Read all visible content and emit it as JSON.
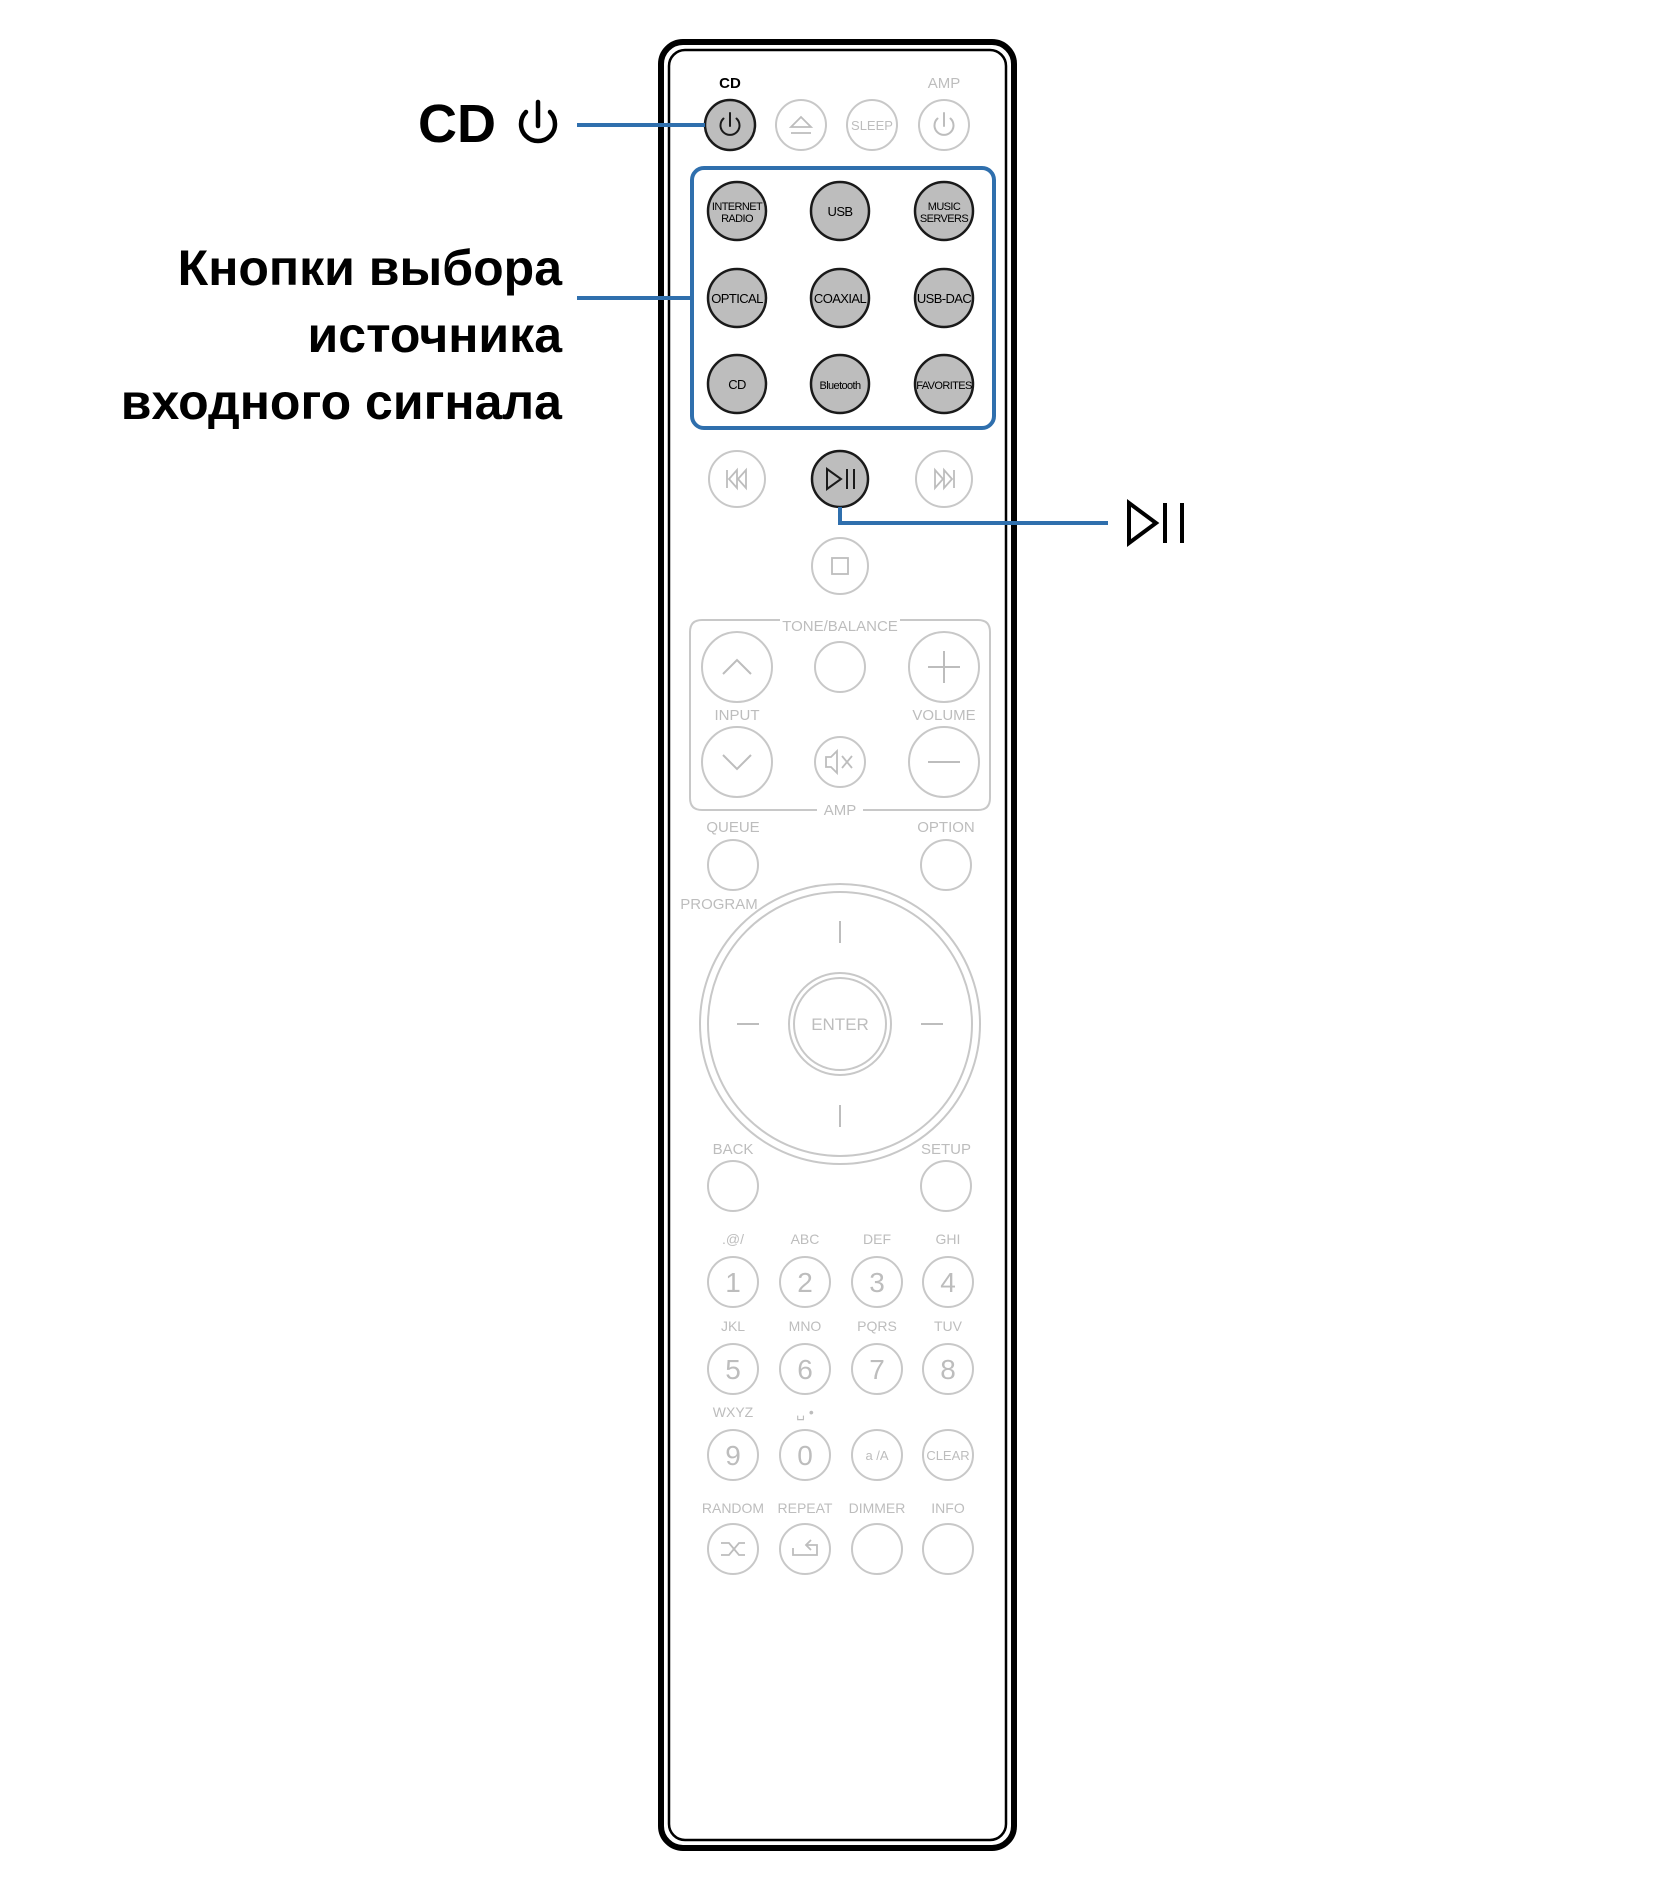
{
  "colors": {
    "highlight": "#2f6fad",
    "active_fill": "#bdbdbd",
    "active_stroke": "#1a1a1a",
    "inactive_stroke": "#c8c8c8",
    "inactive_text": "#bdbdbd",
    "body_outline": "#000000"
  },
  "callouts": {
    "cd_power": "CD",
    "cd_power_icon": "power-icon",
    "input_source": [
      "Кнопки выбора",
      "источника",
      "входного сигнала"
    ],
    "play_pause_icon": "play-pause-icon"
  },
  "remote": {
    "top_row": {
      "cd_label": "CD",
      "amp_label": "AMP",
      "sleep": "SLEEP"
    },
    "source_buttons": [
      [
        "INTERNET RADIO",
        "USB",
        "MUSIC SERVERS"
      ],
      [
        "OPTICAL",
        "COAXIAL",
        "USB-DAC"
      ],
      [
        "CD",
        "Bluetooth",
        "FAVORITES"
      ]
    ],
    "tone_balance": "TONE/BALANCE",
    "input": "INPUT",
    "volume": "VOLUME",
    "amp_frame": "AMP",
    "queue": "QUEUE",
    "option": "OPTION",
    "program": "PROGRAM",
    "enter": "ENTER",
    "back": "BACK",
    "setup": "SETUP",
    "numpad": [
      {
        "sub": ".@/",
        "num": "1"
      },
      {
        "sub": "ABC",
        "num": "2"
      },
      {
        "sub": "DEF",
        "num": "3"
      },
      {
        "sub": "GHI",
        "num": "4"
      },
      {
        "sub": "JKL",
        "num": "5"
      },
      {
        "sub": "MNO",
        "num": "6"
      },
      {
        "sub": "PQRS",
        "num": "7"
      },
      {
        "sub": "TUV",
        "num": "8"
      },
      {
        "sub": "WXYZ",
        "num": "9"
      },
      {
        "sub": "␣ •",
        "num": "0"
      },
      {
        "sub": "",
        "num": "a /A"
      },
      {
        "sub": "",
        "num": "CLEAR"
      }
    ],
    "bottom_row": [
      "RANDOM",
      "REPEAT",
      "DIMMER",
      "INFO"
    ]
  }
}
